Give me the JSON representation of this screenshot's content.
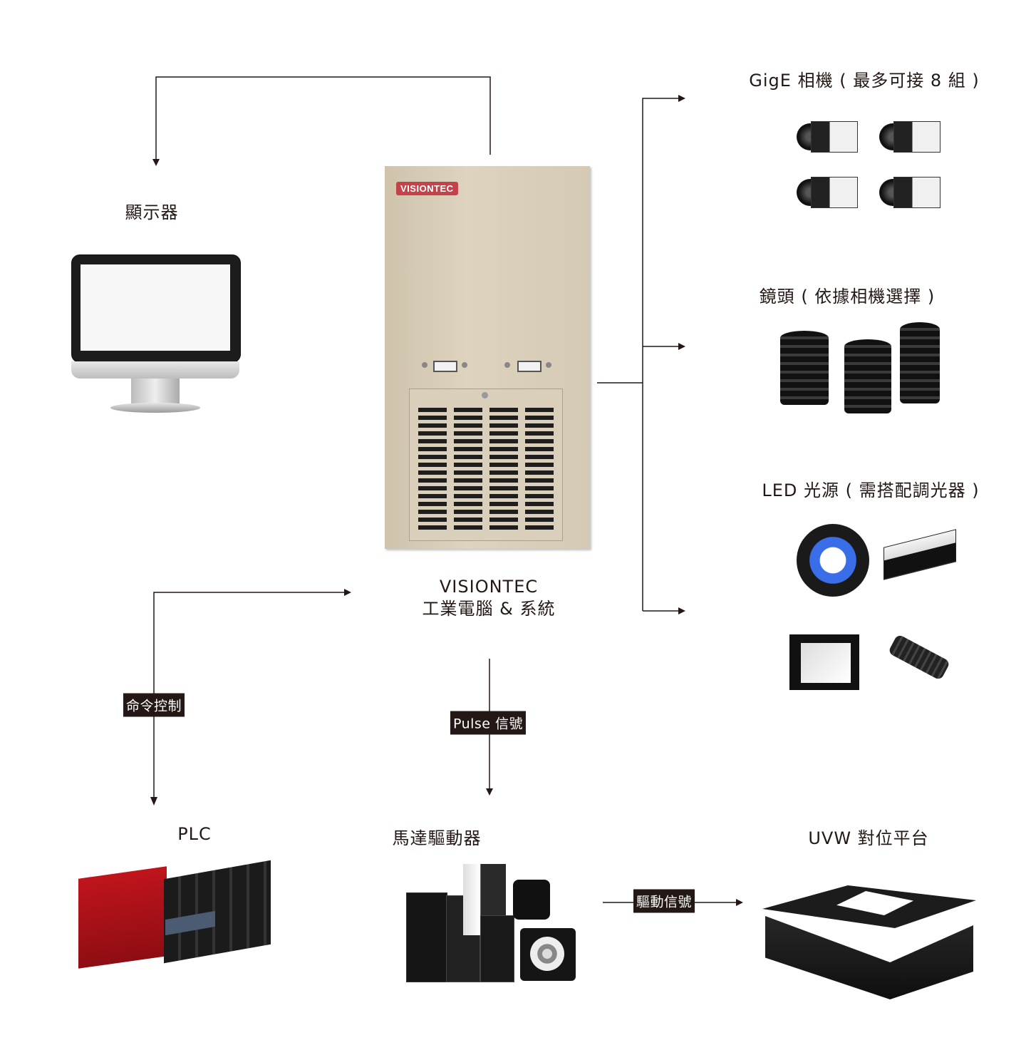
{
  "labels": {
    "monitor": "顯示器",
    "pc_line1": "VISIONTEC",
    "pc_line2": "工業電腦 & 系統",
    "camera": "GigE 相機 ( 最多可接 8 組 )",
    "lens": "鏡頭 ( 依據相機選擇 )",
    "led": "LED 光源 ( 需搭配調光器 )",
    "plc": "PLC",
    "driver": "馬達驅動器",
    "uvw": "UVW 對位平台"
  },
  "badges": {
    "command": "命令控制",
    "pulse": "Pulse 信號",
    "drive": "驅動信號"
  },
  "pc_brand": "VISIONTEC",
  "colors": {
    "line": "#231815",
    "pc_body": "#d8cdb7",
    "brand_red": "#c4424a",
    "plc_red": "#c0141c",
    "led_blue": "#3a6ee8"
  }
}
